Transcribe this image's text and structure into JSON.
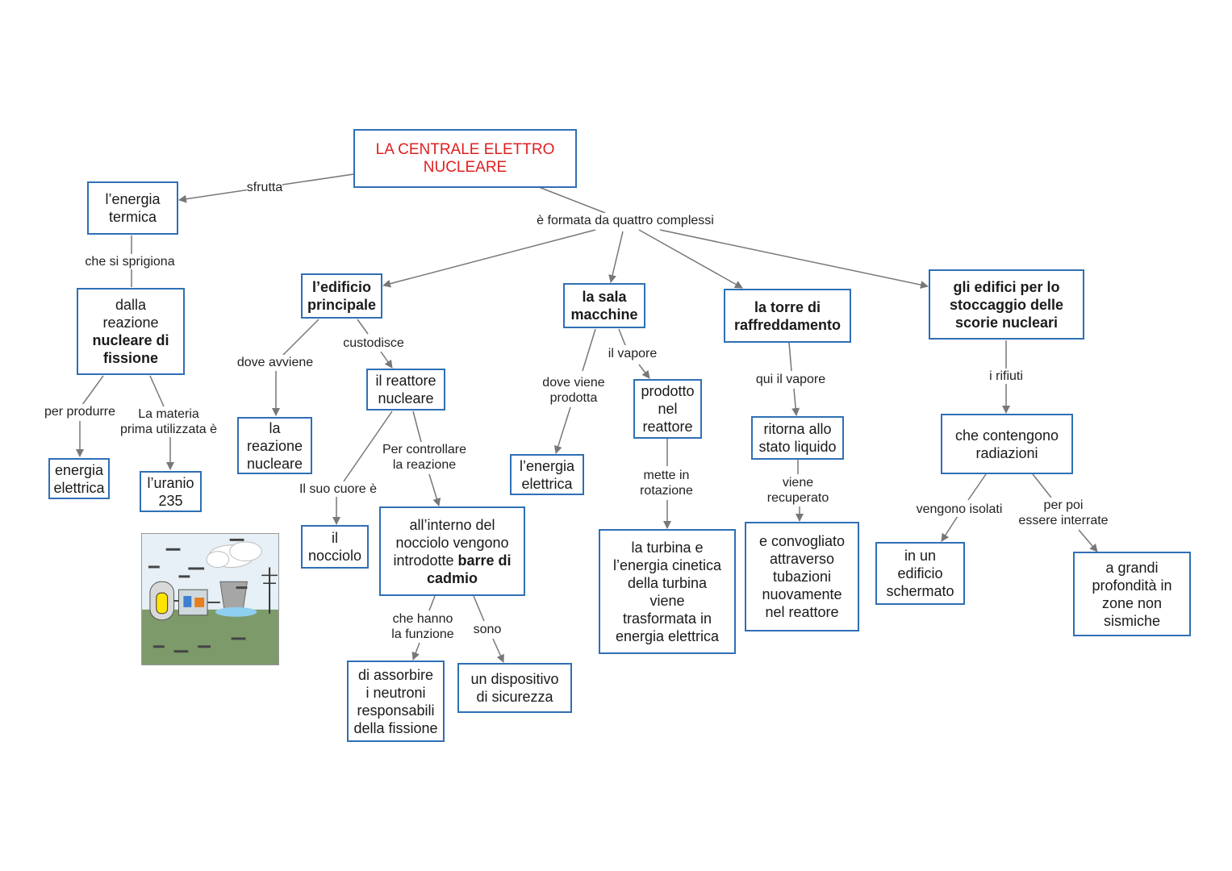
{
  "nodes": {
    "title": "LA CENTRALE ELETTRO\nNUCLEARE",
    "energia_termica": "l’energia\ntermica",
    "dalla_reazione_a": "dalla\nreazione",
    "dalla_reazione_b": "nucleare di\nfissione",
    "energia_elettrica_1": "energia\nelettrica",
    "uranio": "l’uranio\n235",
    "edificio": "l’edificio\nprincipale",
    "reazione_nucleare": "la\nreazione\nnucleare",
    "reattore": "il reattore\nnucleare",
    "nocciolo": "il\nnocciolo",
    "interno_a": "all’interno del\nnocciolo vengono\nintrodotte ",
    "interno_b": "barre di\ncadmio",
    "assorbire": "di assorbire\ni neutroni\nresponsabili\ndella fissione",
    "dispositivo": "un dispositivo\ndi sicurezza",
    "sala": "la sala\nmacchine",
    "energia_elettrica_2": "l’energia\nelettrica",
    "prodotto": "prodotto\nnel\nreattore",
    "turbina": "la turbina e\nl’energia cinetica\ndella turbina\nviene\ntrasformata in\nenergia elettrica",
    "torre": "la torre di\nraffreddamento",
    "ritorna": "ritorna allo\nstato liquido",
    "convogliato": "e convogliato\nattraverso\ntubazioni\nnuovamente\nnel reattore",
    "stoccaggio": "gli  edifici per lo\nstoccaggio delle\nscorie nucleari",
    "radiazioni": "che contengono\nradiazioni",
    "schermato": "in  un\nedificio\nschermato",
    "profondita": "a grandi\nprofondità in\nzone non\nsismiche"
  },
  "labels": {
    "sfrutta": "sfrutta",
    "formata": "è formata da quattro complessi",
    "sprigiona": "che si sprigiona",
    "per_produrre": "per produrre",
    "materia": "La materia\nprima utilizzata è",
    "dove_avviene": "dove avviene",
    "custodisce": "custodisce",
    "controllare": "Per controllare\nla reazione",
    "cuore": "Il suo cuore è",
    "funzione": "che hanno\nla funzione",
    "sono": "sono",
    "dove_viene": "dove viene\nprodotta",
    "il_vapore": "il vapore",
    "mette": "mette in\nrotazione",
    "qui_vapore": "qui il vapore",
    "recuperato": "viene\nrecuperato",
    "rifiuti": "i rifiuti",
    "isolati": "vengono isolati",
    "interrate": "per poi\nessere interrate"
  },
  "colors": {
    "border": "#2f6fb5",
    "title": "#e02020",
    "arrow": "#777777"
  },
  "icons": {
    "illustration": "nuclear-power-plant-diagram"
  }
}
